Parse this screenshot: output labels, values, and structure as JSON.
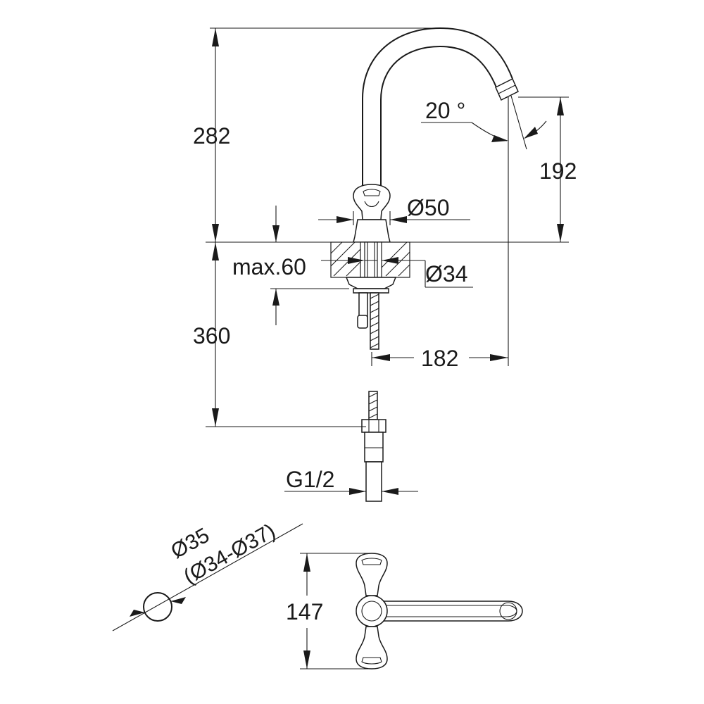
{
  "dimensions": {
    "total_height": "282",
    "spout_angle": "20 °",
    "outlet_height": "192",
    "base_diameter": "Ø50",
    "max_deck_thickness": "max.60",
    "shank_diameter": "Ø34",
    "below_deck_length": "360",
    "spout_reach": "182",
    "connection_thread": "G1/2",
    "hole_diameter": "Ø35",
    "hole_diameter_range": "(Ø34-Ø37)",
    "handle_span": "147"
  }
}
